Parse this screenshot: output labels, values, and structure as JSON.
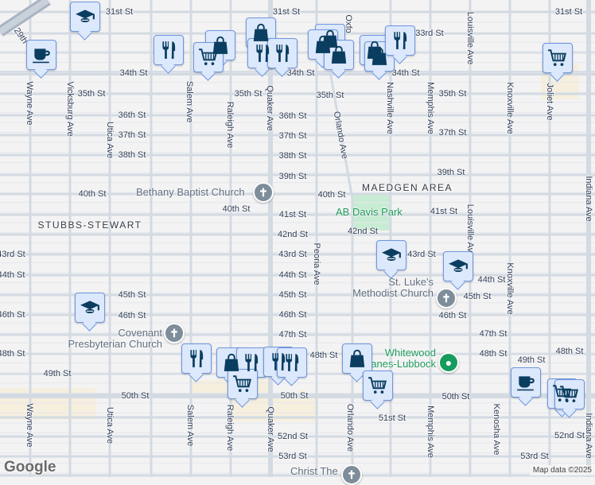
{
  "colors": {
    "background": "#f4f3f4",
    "road": "#d3dae2",
    "park": "#c8ecd3",
    "commercial": "#f6efde",
    "marker_fill": "#dce8fb",
    "marker_border": "#6f97e0",
    "icon": "#0a3d5f"
  },
  "streets_h": [
    "31st St",
    "31st St",
    "31st St",
    "33rd St",
    "34th St",
    "34th St",
    "34th St",
    "35th St",
    "35th St",
    "35th St",
    "35th St",
    "36th St",
    "36th St",
    "37th St",
    "37th St",
    "37th St",
    "38th St",
    "38th St",
    "39th St",
    "39th St",
    "40th St",
    "40th St",
    "40th St",
    "41st St",
    "41st St",
    "42nd St",
    "42nd St",
    "43rd St",
    "43rd St",
    "43rd St",
    "44th St",
    "44th St",
    "44th St",
    "45th St",
    "45th St",
    "45th St",
    "46th St",
    "46th St",
    "46th St",
    "46th St",
    "47th St",
    "47th St",
    "48th St",
    "48th St",
    "48th St",
    "48th St",
    "49th St",
    "49th St",
    "50th St",
    "50th St",
    "50th St",
    "51st St",
    "52nd St",
    "52nd St",
    "53rd St",
    "53rd St",
    "29th"
  ],
  "streets_v": [
    "Wayne Ave",
    "Vicksburg Ave",
    "Utica Ave",
    "Salem Ave",
    "Raleigh Ave",
    "Quaker Ave",
    "Orlando Ave",
    "Nashville Ave",
    "Memphis Ave",
    "Louisville Ave",
    "Knoxville Ave",
    "Joliet Ave",
    "Indiana Ave",
    "Oxfo",
    "Louisville Ave",
    "Peoria Ave",
    "Knoxville Ave",
    "Wayne Ave",
    "Utica Ave",
    "Salem Ave",
    "Raleigh Ave",
    "Quaker Ave",
    "Orlando Ave",
    "Memphis Ave",
    "Kenosha Ave",
    "Indiana Ave"
  ],
  "areas": [
    "STUBBS-STEWART",
    "MAEDGEN AREA"
  ],
  "places": {
    "bethany": "Bethany Baptist Church",
    "ab_davis": "AB Davis Park",
    "st_lukes_1": "St. Luke's",
    "st_lukes_2": "Methodist Church",
    "covenant_1": "Covenant",
    "covenant_2": "Presbyterian Church",
    "whitewood_1": "Whitewood",
    "whitewood_2": "Lanes-Lubbock",
    "christ": "Christ The"
  },
  "markers": [
    "graduation-cap",
    "coffee",
    "restaurant",
    "shopping-bag",
    "shopping-cart",
    "shopping-bag",
    "restaurant",
    "restaurant",
    "shopping-bag",
    "shopping-bag",
    "shopping-bag",
    "shopping-bag",
    "shopping-bag",
    "restaurant",
    "shopping-cart",
    "graduation-cap",
    "graduation-cap",
    "graduation-cap",
    "restaurant",
    "shopping-bag",
    "restaurant",
    "shopping-cart",
    "restaurant",
    "restaurant",
    "shopping-bag",
    "shopping-cart",
    "coffee",
    "shopping-cart",
    "shopping-cart"
  ],
  "logo": "Google",
  "attribution": "Map data ©2025"
}
